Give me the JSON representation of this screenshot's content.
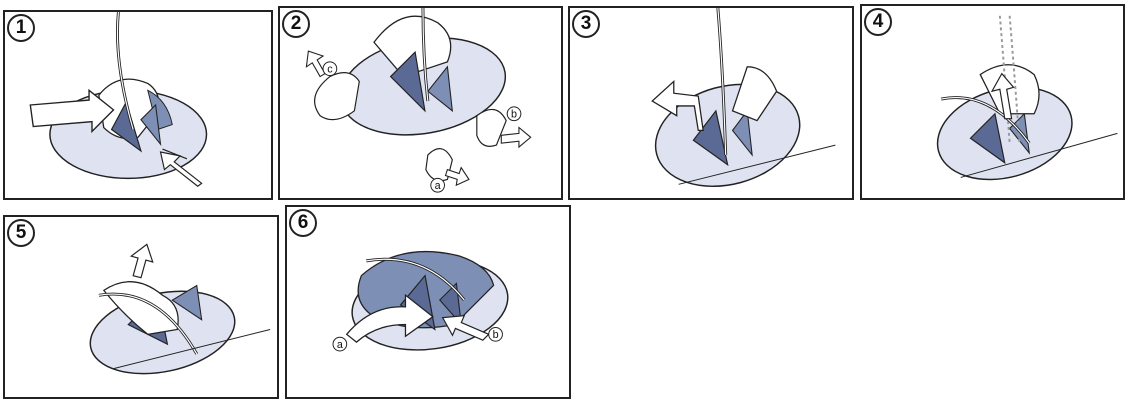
{
  "colors": {
    "disc": "#dfe3f1",
    "shade": "#7e8fb6",
    "dark": "#5a6a94",
    "ink": "#222222"
  },
  "steps": [
    {
      "number": "1",
      "labels": []
    },
    {
      "number": "2",
      "labels": [
        "c",
        "b",
        "a"
      ]
    },
    {
      "number": "3",
      "labels": []
    },
    {
      "number": "4",
      "labels": []
    },
    {
      "number": "5",
      "labels": []
    },
    {
      "number": "6",
      "labels": [
        "a",
        "b"
      ]
    }
  ]
}
